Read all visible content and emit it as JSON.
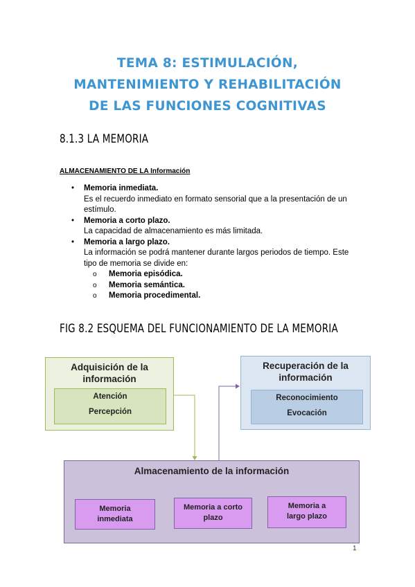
{
  "title": {
    "line1": "TEMA 8: ESTIMULACIÓN,",
    "line2": "MANTENIMIENTO Y REHABILITACIÓN",
    "line3": "DE LAS FUNCIONES COGNITIVAS"
  },
  "section": {
    "heading": "8.1.3 LA MEMORIA"
  },
  "subsection": {
    "heading": "ALMACENAMIENTO DE LA Información"
  },
  "list": {
    "items": [
      {
        "title": "Memoria inmediata.",
        "text": "Es el recuerdo inmediato en formato sensorial que a la presentación de un estímulo."
      },
      {
        "title": "Memoria a corto plazo.",
        "text": "La capacidad de almacenamiento es más limitada."
      },
      {
        "title": "Memoria a largo plazo.",
        "text": "La información se podrá mantener durante largos periodos de tiempo. Este tipo de memoria se divide en:"
      }
    ],
    "subitems": [
      "Memoria episódica.",
      "Memoria semántica.",
      "Memoria procedimental."
    ],
    "bullet": "•",
    "subbullet": "o"
  },
  "figure": {
    "caption": "FIG 8.2 ESQUEMA DEL FUNCIONAMIENTO DE LA MEMORIA",
    "acquisition": {
      "title_line1": "Adquisición de la",
      "title_line2": "información",
      "items": [
        "Atención",
        "Percepción"
      ]
    },
    "retrieval": {
      "title_line1": "Recuperación de la",
      "title_line2": "información",
      "items": [
        "Reconocimiento",
        "Evocación"
      ]
    },
    "storage": {
      "title": "Almacenamiento de la información",
      "boxes": [
        {
          "line1": "Memoria",
          "line2": "inmediata"
        },
        {
          "line1": "Memoria a corto",
          "line2": "plazo"
        },
        {
          "line1": "Memoria a",
          "line2": "largo plazo"
        }
      ]
    },
    "colors": {
      "green_fill": "#ebf1de",
      "green_border": "#9bbb59",
      "green_inner": "#d7e4bd",
      "blue_fill": "#dce6f2",
      "blue_border": "#95b3d7",
      "blue_inner": "#b9cde5",
      "purple_fill": "#ccc1da",
      "purple_border": "#8064a2",
      "purple_inner": "#d99bf0",
      "arrow_green": "#9bbb59",
      "arrow_purple": "#8064a2"
    }
  },
  "page_number": "1"
}
